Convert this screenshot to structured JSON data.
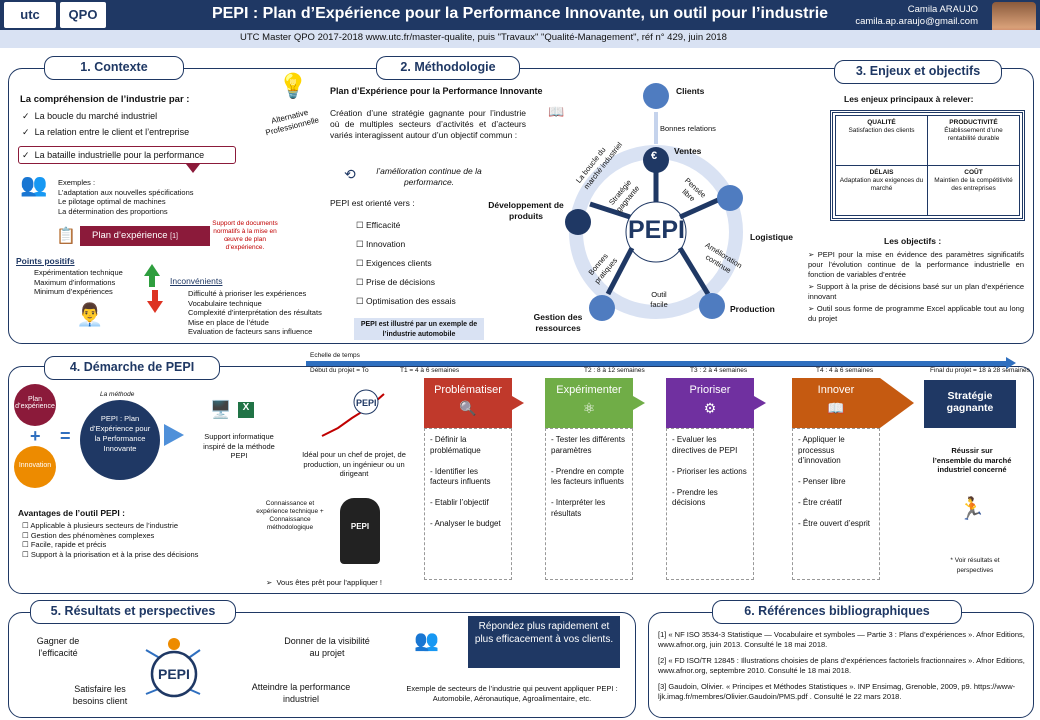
{
  "header": {
    "title": "PEPI : Plan d’Expérience pour la Performance Innovante, un outil pour l’industrie",
    "subtitle": "UTC Master QPO 2017-2018 www.utc.fr/master-qualite, puis \"Travaux\" \"Qualité-Management\", réf n° 429, juin 2018",
    "author": "Camila ARAUJO",
    "email": "camila.ap.araujo@gmail.com",
    "logo1": "utc",
    "logo2": "QPO"
  },
  "s1": {
    "title": "1. Contexte",
    "heading": "La compréhension de l’industrie par :",
    "items": [
      "La boucle du marché industriel",
      "La relation entre le client et l’entreprise",
      "La bataille industrielle pour la performance"
    ],
    "examples_title": "Exemples :",
    "examples": [
      "L’adaptation aux nouvelles spécifications",
      "Le pilotage optimal de machines",
      "La détermination des proportions"
    ],
    "plan": "Plan d’expérience",
    "plan_ref": "[1]",
    "support": "Support de documents normatifs à la mise en œuvre de plan d’expérience.",
    "pos_title": "Points positifs",
    "pos": [
      "Expérimentation technique",
      "Maximum d’informations",
      "Minimum d’expériences"
    ],
    "neg_title": "Inconvénients",
    "neg": [
      "Difficulté à prioriser les expériences",
      "Vocabulaire technique",
      "Complexité d’interprétation des résultats",
      "Mise en place de l’étude",
      "Evaluation de facteurs sans influence"
    ]
  },
  "s2": {
    "title": "2. Méthodologie",
    "alt": "Alternative Professionnelle",
    "heading": "Plan d’Expérience pour la Performance Innovante",
    "intro": "Création d’une stratégie gagnante pour l’industrie où de multiples secteurs d’activités et d’acteurs variés interagissent autour d’un objectif commun :",
    "goal": "l’amélioration continue de la performance.",
    "oriented": "PEPI est orienté vers :",
    "list": [
      "Efficacité",
      "Innovation",
      "Exigences clients",
      "Prise de décisions",
      "Optimisation des essais"
    ],
    "note": "PEPI est illustré par un exemple de l’industrie automobile",
    "center": "PEPI",
    "nodes": {
      "clients": "Clients",
      "ventes": "Ventes",
      "dev": "Développement de produits",
      "log": "Logistique",
      "prod": "Production",
      "gest": "Gestion des ressources"
    },
    "labels": {
      "relations": "Bonnes relations",
      "boucle": "La boucle du marché industriel",
      "strat": "Stratégie gagnante",
      "pensee": "Pensée libre",
      "amel": "Amélioration continue",
      "outil": "Outil facile",
      "pratiques": "Bonnes pratiques"
    }
  },
  "s3": {
    "title": "3. Enjeux et objectifs",
    "heading": "Les enjeux principaux à relever:",
    "cells": [
      {
        "t": "QUALITÉ",
        "d": "Satisfaction des clients"
      },
      {
        "t": "PRODUCTIVITÉ",
        "d": "Établissement d’une rentabilité durable"
      },
      {
        "t": "DÉLAIS",
        "d": "Adaptation aux exigences du marché"
      },
      {
        "t": "COÛT",
        "d": "Maintien de la compétitivité des entreprises"
      }
    ],
    "obj_title": "Les objectifs :",
    "objectives": [
      "PEPI pour la mise en évidence des paramètres significatifs pour l’évolution continue de la performance industrielle en fonction de variables d’entrée",
      "Support à la prise de décisions basé sur un plan d’expérience innovant",
      "Outil sous forme de programme Excel applicable tout au long du projet"
    ]
  },
  "s4": {
    "title": "4. Démarche de PEPI",
    "plan": "Plan d’expérience",
    "innov": "Innovation",
    "methode": "La méthode",
    "pepi_box": "PEPI : Plan d’Expérience pour la Performance Innovante",
    "support": "Support informatique inspiré de la méthode PEPI",
    "ideal": "Idéal pour un chef de projet, de production, un ingénieur ou un dirigeant",
    "connaissance": "Connaissance et expérience technique + Connaissance méthodologique",
    "adv_title": "Avantages de l’outil PEPI :",
    "adv": [
      "Applicable à plusieurs secteurs de l’industrie",
      "Gestion des phénomènes complexes",
      "Facile, rapide et précis",
      "Support à la priorisation et à la prise des décisions"
    ],
    "ready": "Vous êtes prêt pour l’appliquer !",
    "scale": "Echelle de temps",
    "timeline": [
      "Début du projet = To",
      "T1 = 4 à 6 semaines",
      "T2 : 8 à 12 semaines",
      "T3 : 2 à 4 semaines",
      "T4 : 4 à 6 semaines",
      "Final du projet = 18 à 28 semaines"
    ],
    "steps": [
      {
        "name": "Problématiser",
        "color": "#c0392b",
        "items": [
          "- Définir la problématique",
          "- Identifier les facteurs influents",
          "- Etablir l’objectif",
          "- Analyser le budget"
        ]
      },
      {
        "name": "Expérimenter",
        "color": "#70ad47",
        "items": [
          "- Tester les différents paramètres",
          "- Prendre en compte les facteurs influents",
          "- Interpréter les résultats"
        ]
      },
      {
        "name": "Prioriser",
        "color": "#7030a0",
        "items": [
          "- Evaluer les directives de PEPI",
          "- Prioriser les actions",
          "- Prendre les décisions"
        ]
      },
      {
        "name": "Innover",
        "color": "#c55a11",
        "items": [
          "- Appliquer le processus d’innovation",
          "- Penser libre",
          "- Être créatif",
          "- Être ouvert d’esprit"
        ]
      }
    ],
    "final": "Stratégie gagnante",
    "final_txt": "Réussir sur l’ensemble du marché industriel concerné",
    "final_note": "* Voir résultats et perspectives"
  },
  "s5": {
    "title": "5. Résultats et perspectives",
    "items": [
      "Gagner de l’efficacité",
      "Donner de la visibilité au projet",
      "Satisfaire les besoins client",
      "Atteindre la performance industriel"
    ],
    "center": "PEPI",
    "callout": "Répondez plus rapidement et plus efficacement à vos clients.",
    "sectors": "Exemple de secteurs de l’industrie qui peuvent appliquer PEPI : Automobile, Aéronautique, Agroalimentaire, etc."
  },
  "s6": {
    "title": "6. Références bibliographiques",
    "refs": [
      "[1] « NF ISO 3534-3 Statistique — Vocabulaire et symboles — Partie 3 : Plans d’expériences ». Afnor Editions, www.afnor.org, juin 2013. Consulté le 18 mai 2018.",
      "[2] « FD ISO/TR 12845 : Illustrations choisies de plans d’expériences factoriels fractionnaires ». Afnor Editions, www.afnor.org, septembre 2010. Consulté le 18 mai 2018.",
      "[3] Gaudoin, Olivier. « Principes et Méthodes Statistiques ». INP Ensimag, Grenoble, 2009, p9. https://www-ljk.imag.fr/membres/Olivier.Gaudoin/PMS.pdf . Consulté le 22 mars 2018."
    ]
  }
}
